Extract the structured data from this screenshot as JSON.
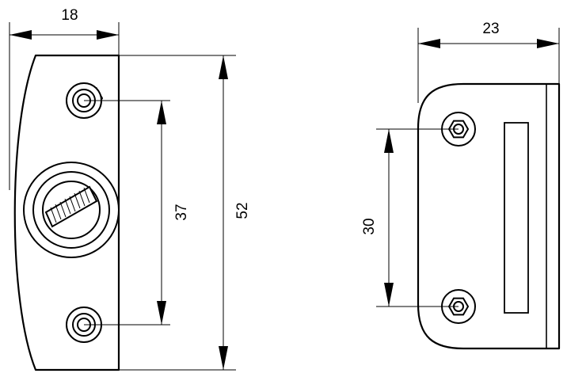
{
  "drawing": {
    "left_part": {
      "dimensions": {
        "width": "18",
        "hole_spacing": "37",
        "height": "52"
      }
    },
    "right_part": {
      "dimensions": {
        "width": "23",
        "hole_spacing": "30"
      }
    }
  }
}
